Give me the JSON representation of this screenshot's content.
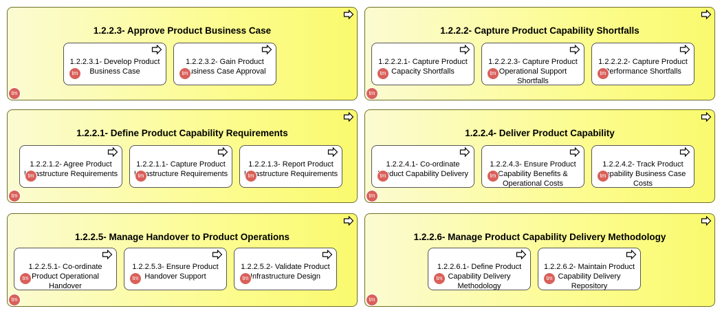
{
  "tm_badge": "tm",
  "icons": {
    "activity": "activity-arrow-icon",
    "badge": "tm-badge-icon"
  },
  "groups": [
    {
      "title": "1.2.2.3- Approve Product Business Case",
      "children": [
        "1.2.2.3.1- Develop Product Business Case",
        "1.2.2.3.2- Gain Product Business Case Approval"
      ]
    },
    {
      "title": "1.2.2.2- Capture Product Capability Shortfalls",
      "children": [
        "1.2.2.2.1- Capture Product Capacity Shortfalls",
        "1.2.2.2.3- Capture Product Operational Support Shortfalls",
        "1.2.2.2.2- Capture Product Performance Shortfalls"
      ]
    },
    {
      "title": "1.2.2.1- Define Product Capability Requirements",
      "children": [
        "1.2.2.1.2- Agree Product Infrastructure Requirements",
        "1.2.2.1.1- Capture Product Infrastructure Requirements",
        "1.2.2.1.3- Report Product Infrastructure Requirements"
      ]
    },
    {
      "title": "1.2.2.4- Deliver Product Capability",
      "children": [
        "1.2.2.4.1- Co-ordinate Product Capability Delivery",
        "1.2.2.4.3- Ensure Product Capability Benefits & Operational Costs",
        "1.2.2.4.2- Track Product Capability Business Case Costs"
      ]
    },
    {
      "title": "1.2.2.5- Manage Handover to Product Operations",
      "children": [
        "1.2.2.5.1- Co-ordinate Product Operational Handover",
        "1.2.2.5.3- Ensure Product Handover Support",
        "1.2.2.5.2- Validate Product Infrastructure Design"
      ]
    },
    {
      "title": "1.2.2.6- Manage Product Capability Delivery Methodology",
      "children": [
        "1.2.2.6.1- Define Product Capability Delivery Methodology",
        "1.2.2.6.2- Maintain Product Capability Delivery Repository"
      ]
    }
  ]
}
